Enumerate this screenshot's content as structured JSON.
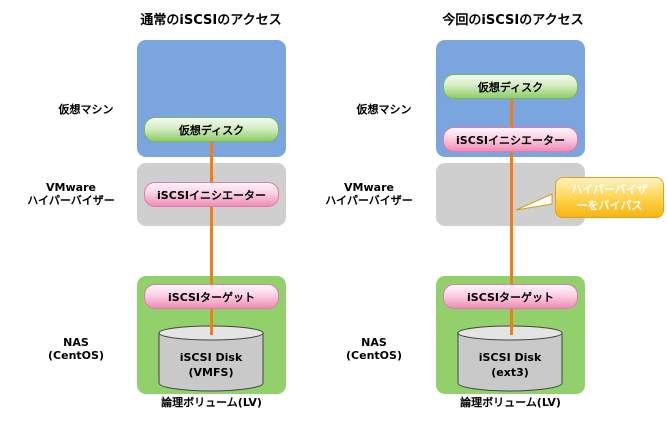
{
  "left": {
    "title": "通常のiSCSIのアクセス",
    "vm_disk": "仮想ディスク",
    "initiator": "iSCSIイニシエーター",
    "target": "iSCSIターゲット",
    "disk_line1": "iSCSI Disk",
    "disk_line2": "(VMFS)",
    "lv": "論理ボリューム(LV)"
  },
  "right": {
    "title": "今回のiSCSIのアクセス",
    "vm_disk": "仮想ディスク",
    "initiator": "iSCSIイニシエーター",
    "target": "iSCSIターゲット",
    "disk_line1": "iSCSI Disk",
    "disk_line2": "(ext3)",
    "lv": "論理ボリューム(LV)",
    "callout_line1": "ハイパーバイザ",
    "callout_line2": "ーをバイパス"
  },
  "side_labels": {
    "vm": "仮想マシン",
    "hv_line1": "VMware",
    "hv_line2": "ハイパーバイザー",
    "nas_line1": "NAS",
    "nas_line2": "(CentOS)"
  },
  "colors": {
    "vm_panel": "#7aa5df",
    "hypervisor_panel": "#cfcfcf",
    "nas_panel": "#92d06b",
    "connection_line": "#f07d1a",
    "callout": "#ffc933"
  }
}
